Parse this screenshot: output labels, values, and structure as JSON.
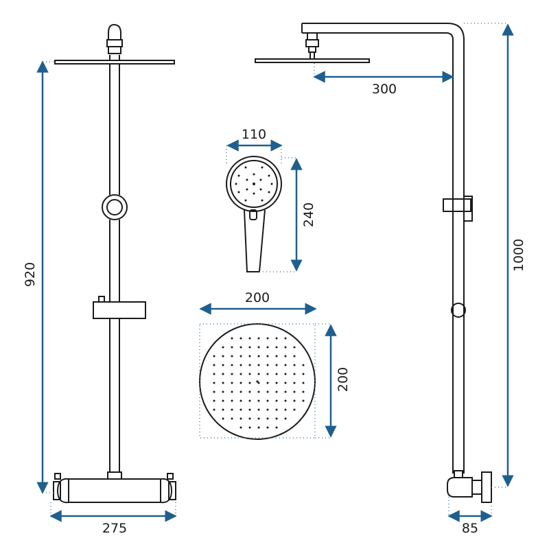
{
  "diagram": {
    "type": "technical-drawing",
    "subject": "shower set dimensions",
    "units": "mm",
    "colors": {
      "line": "#1a1a1a",
      "dimension": "#1f5f8f",
      "guide": "#3a7fb5",
      "background": "#ffffff"
    },
    "dimensions": {
      "total_height_front": "920",
      "valve_width": "275",
      "overhead_arm_length": "300",
      "total_height_side": "1000",
      "wall_offset": "85",
      "hand_shower_width": "110",
      "hand_shower_length": "240",
      "rain_shower_width": "200",
      "rain_shower_height": "200"
    },
    "views": [
      "front-view",
      "side-view",
      "hand-shower-detail",
      "rain-shower-head-detail"
    ]
  }
}
